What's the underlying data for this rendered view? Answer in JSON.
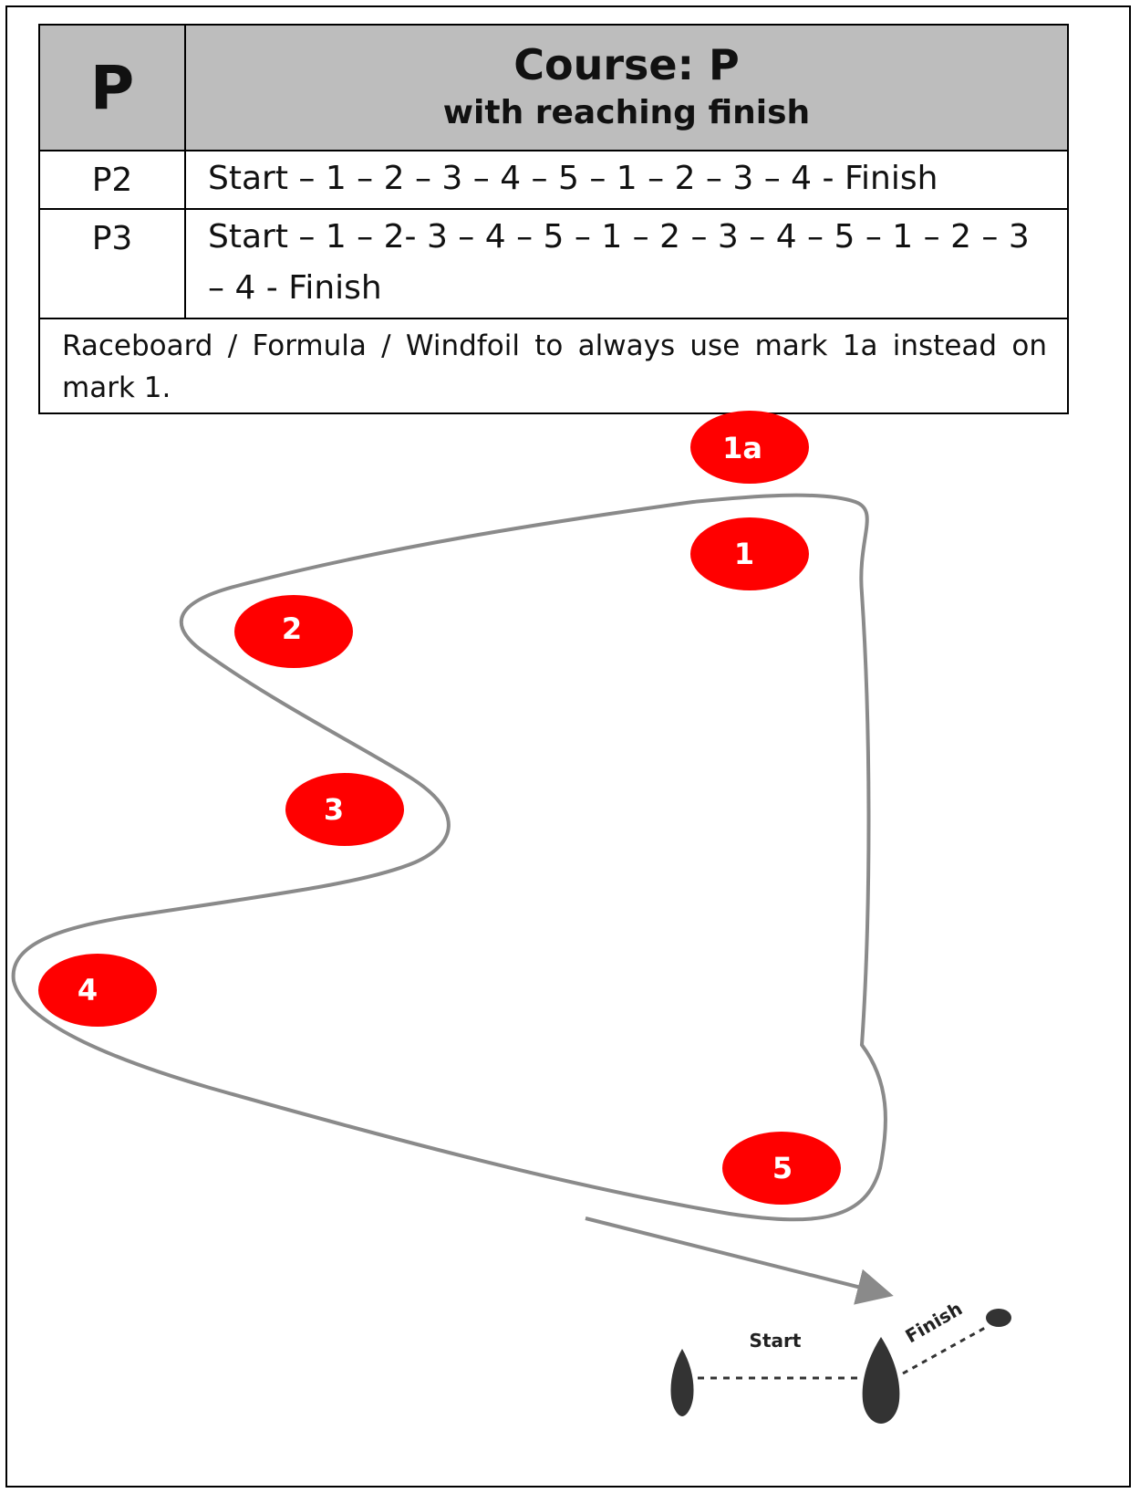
{
  "header": {
    "code": "P",
    "title": "Course: P",
    "subtitle": "with reaching finish"
  },
  "courses": [
    {
      "code": "P2",
      "sequence": "Start – 1 – 2 – 3 – 4 – 5 – 1 – 2 – 3 – 4 - Finish"
    },
    {
      "code": "P3",
      "sequence": "Start – 1 – 2- 3 – 4 – 5 – 1 – 2 – 3 – 4 – 5 – 1 – 2 – 3 – 4 - Finish"
    }
  ],
  "note": "Raceboard / Formula / Windfoil to always use mark 1a instead on mark 1.",
  "diagram": {
    "marks": [
      {
        "id": "1a",
        "label": "1a"
      },
      {
        "id": "1",
        "label": "1"
      },
      {
        "id": "2",
        "label": "2"
      },
      {
        "id": "3",
        "label": "3"
      },
      {
        "id": "4",
        "label": "4"
      },
      {
        "id": "5",
        "label": "5"
      }
    ],
    "start_label": "Start",
    "finish_label": "Finish",
    "mark_color": "#ff0000",
    "course_line_color": "#8a8a8a",
    "boat_color": "#333333"
  }
}
